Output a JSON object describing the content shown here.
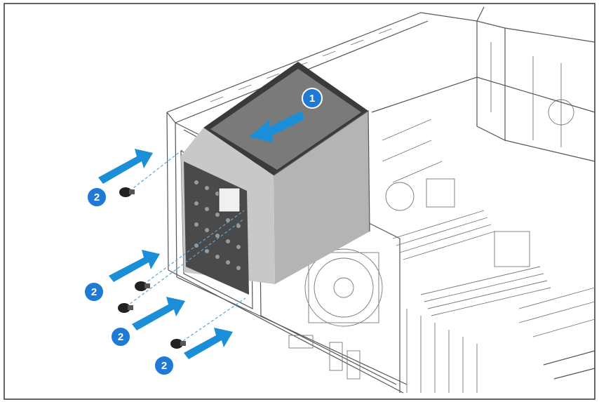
{
  "diagram": {
    "step_install_psu": "1",
    "step_screws": [
      "2",
      "2",
      "2",
      "2"
    ],
    "colors": {
      "badge": "#1f7ad6",
      "arrow": "#1a8fd8",
      "frame": "#333333",
      "psu_dark": "#3a3a3a",
      "psu_mid": "#7a7a7a",
      "psu_light": "#b4b4b4"
    },
    "icons": [
      "direction-arrow-icon",
      "screw-icon"
    ]
  }
}
